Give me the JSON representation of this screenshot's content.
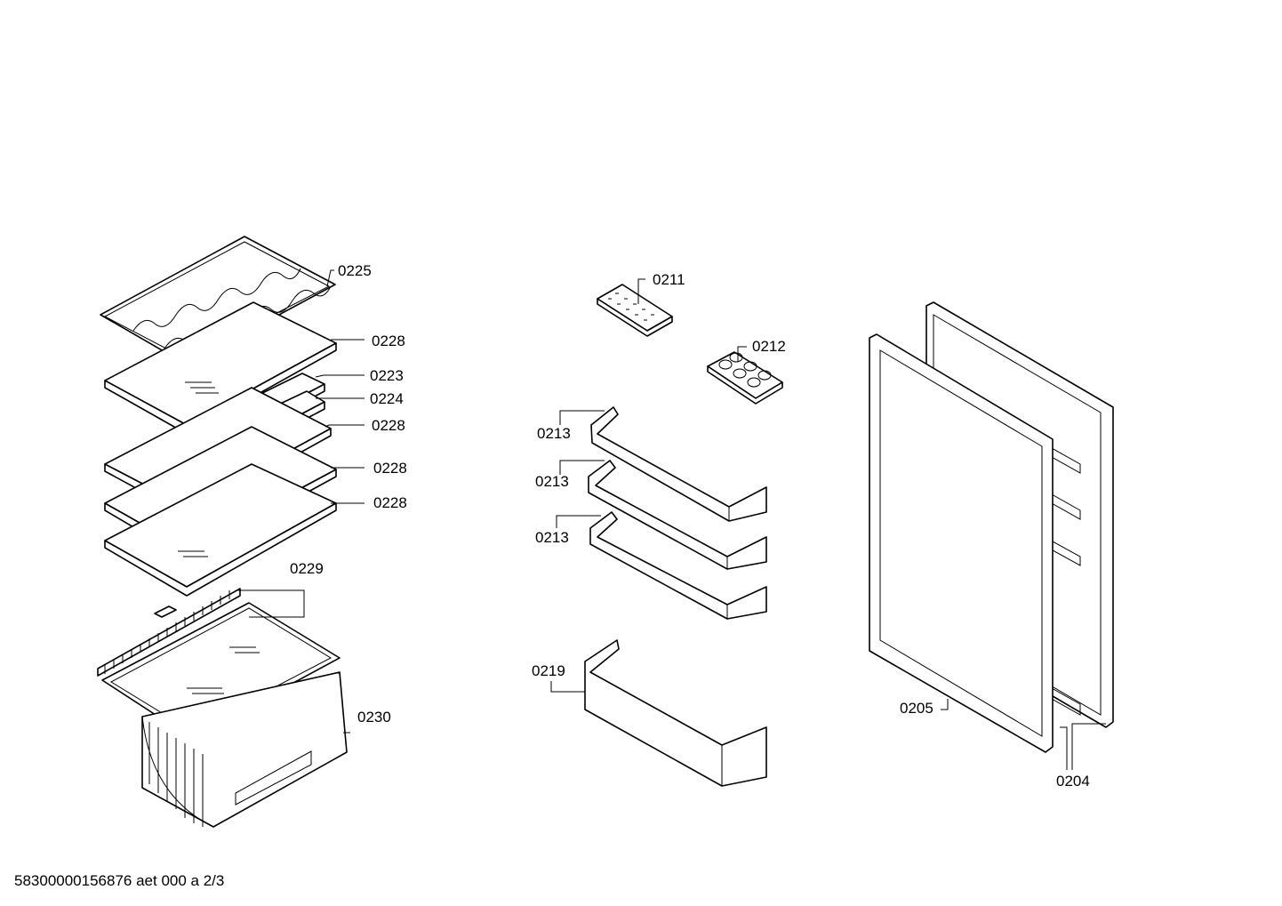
{
  "footer": {
    "text": "58300000156876 aet 000 a 2/3"
  },
  "callouts": {
    "c0225": "0225",
    "c0228a": "0228",
    "c0223": "0223",
    "c0224": "0224",
    "c0228b": "0228",
    "c0228c": "0228",
    "c0228d": "0228",
    "c0229": "0229",
    "c0230": "0230",
    "c0211": "0211",
    "c0212": "0212",
    "c0213a": "0213",
    "c0213b": "0213",
    "c0213c": "0213",
    "c0219": "0219",
    "c0205": "0205",
    "c0204": "0204"
  },
  "colors": {
    "line": "#000000",
    "background": "#ffffff"
  }
}
